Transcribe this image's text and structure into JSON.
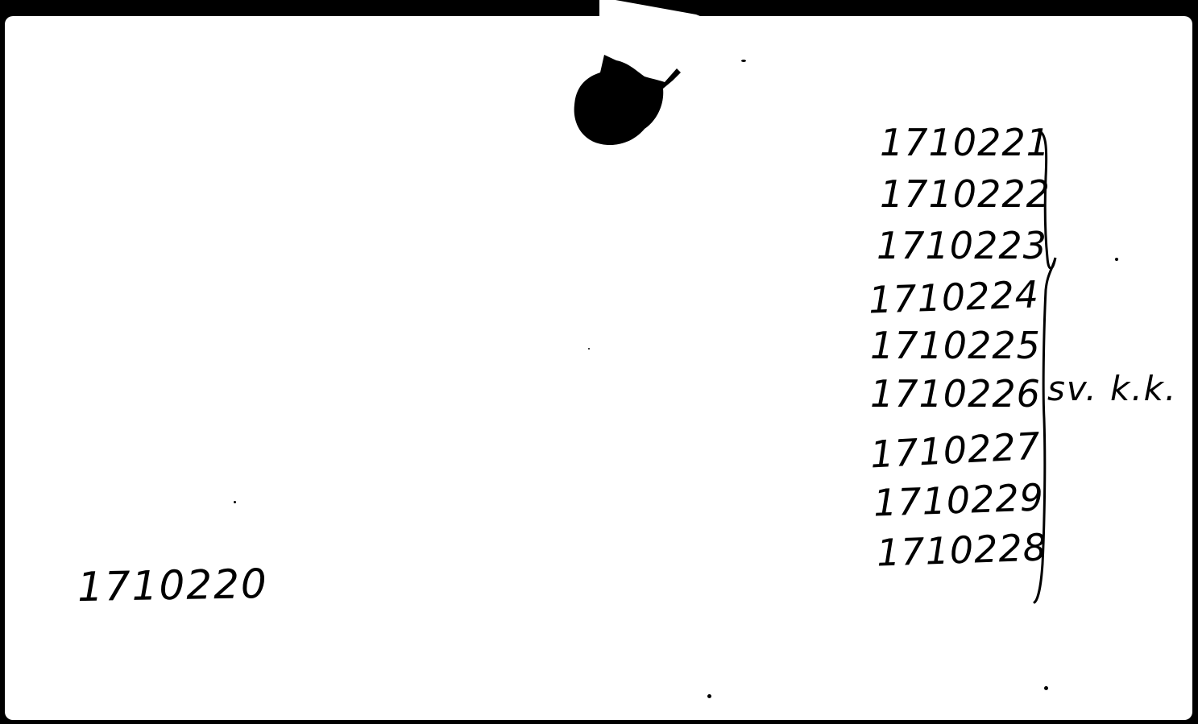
{
  "card": {
    "left_number": "1710220",
    "numbers": [
      "1710221",
      "1710222",
      "1710223",
      "1710224",
      "1710225",
      "1710226",
      "1710227",
      "1710229",
      "1710228"
    ],
    "brace_label": "sv. k.k."
  },
  "colors": {
    "background": "#000000",
    "card": "#ffffff",
    "ink": "#000000"
  }
}
